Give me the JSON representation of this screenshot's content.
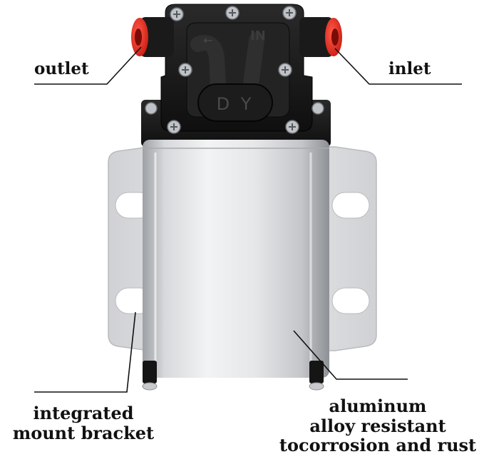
{
  "labels": {
    "outlet": "outlet",
    "inlet": "inlet",
    "bracket_line1": "integrated",
    "bracket_line2": "mount bracket",
    "alloy_line1": "aluminum",
    "alloy_line2": "alloy resistant",
    "alloy_line3": "tocorrosion and rust"
  },
  "head_marks": {
    "in_mark": "IN",
    "logo": "D Y"
  },
  "colors": {
    "port_red": "#e8261c",
    "head_black": "#1a1a1a",
    "body_silver": "#d9dbde",
    "bracket_silver": "#e3e4e6",
    "leader_line": "#111111"
  },
  "icons": {
    "out_arrow": "arrow-left-icon"
  }
}
